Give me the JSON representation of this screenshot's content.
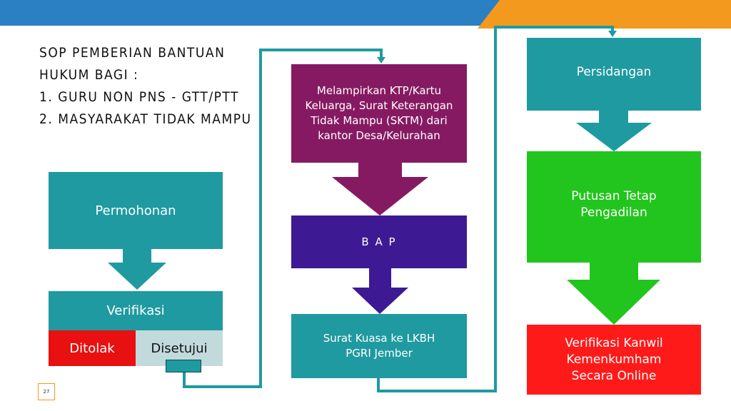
{
  "slide": {
    "title_lines": [
      "SOP PEMBERIAN BANTUAN",
      "HUKUM BAGI :",
      "1. GURU NON PNS - GTT/PTT",
      "2. MASYARAKAT TIDAK MAMPU"
    ],
    "page_number": "27"
  },
  "flow": {
    "column1": {
      "permohonan": "Permohonan",
      "verifikasi": "Verifikasi",
      "ditolak": "Ditolak",
      "disetujui": "Disetujui"
    },
    "column2": {
      "documents": "Melampirkan KTP/Kartu Keluarga, Surat Keterangan Tidak Mampu (SKTM) dari kantor Desa/Kelurahan",
      "bap": "B A P",
      "surat_kuasa": "Surat Kuasa ke LKBH PGRI Jember"
    },
    "column3": {
      "persidangan": "Persidangan",
      "putusan": "Putusan Tetap Pengadilan",
      "verifikasi_kanwil": "Verifikasi Kanwil Kemenkumham Secara Online"
    }
  },
  "colors": {
    "teal": "#1f9aa0",
    "purple": "#861a62",
    "indigo": "#3d1a94",
    "green": "#22c51d",
    "red": "#ff1a1a",
    "header_blue": "#2b7fc3",
    "header_orange": "#f39a1e"
  }
}
